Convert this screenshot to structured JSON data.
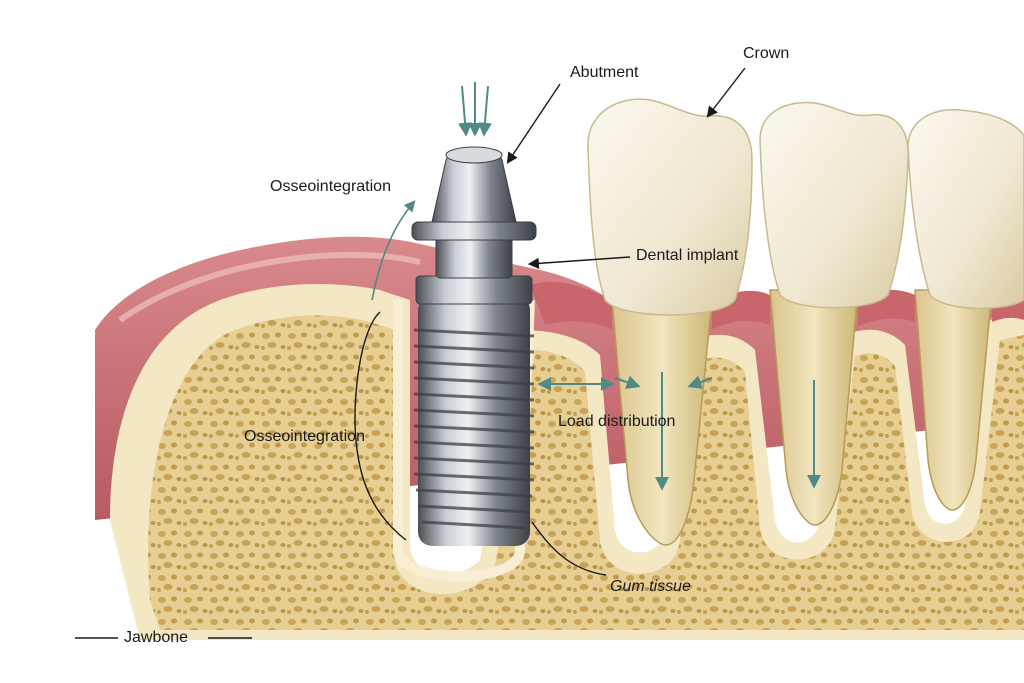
{
  "labels": {
    "abutment": "Abutment",
    "crown": "Crown",
    "osseo_top": "Osseointegration",
    "dental_implant": "Dental implant",
    "osseo_mid": "Osseointegration",
    "load_distribution": "Load distribution",
    "gum_tissue": "Gum tissue",
    "jawbone": "Jawbone"
  },
  "colors": {
    "gum": "#c86a6f",
    "gum_light": "#e8a5a5",
    "bone": "#e8d29a",
    "bone_dark": "#b8954a",
    "bone_cortex": "#f4e7c4",
    "root": "#eadcae",
    "crown": "#f1ebd8",
    "metal": "#8a8f96",
    "force_arrow": "#4f8a86"
  }
}
